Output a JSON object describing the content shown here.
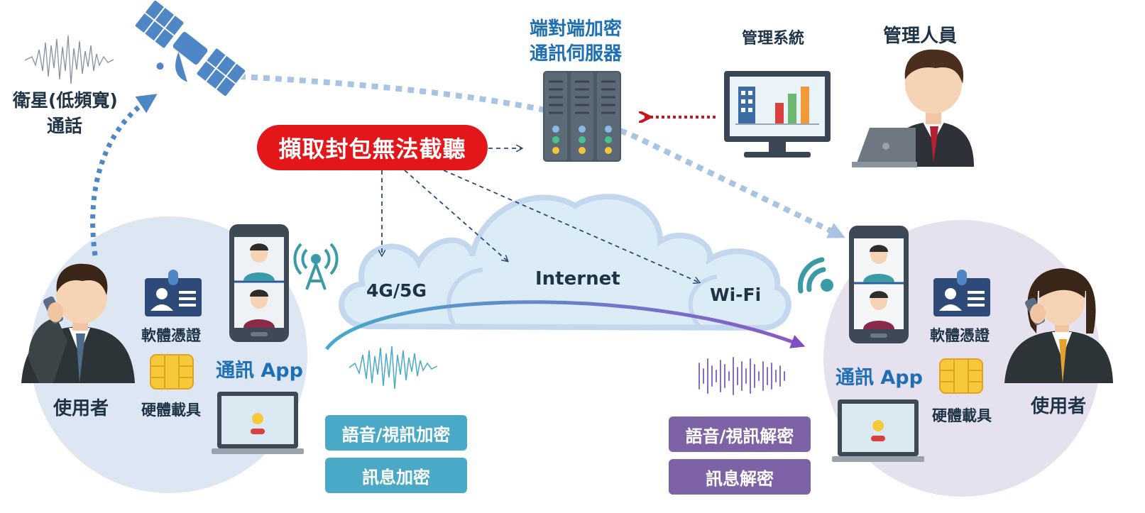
{
  "colors": {
    "accent_blue": "#1f6fb5",
    "label_dark": "#1f3347",
    "encrypt": "#4aa9c7",
    "decrypt": "#7d62a5",
    "alert": "#e3171a",
    "cloud_fill": "#dcecf6",
    "cloud_stroke": "#c3d8ee",
    "left_circle": "#dde7f3",
    "right_circle": "#e6e1ee",
    "satellite": "#4f86c6"
  },
  "icons": {
    "satellite": "satellite-icon",
    "server": "server-rack-icon",
    "monitor": "chart-monitor-icon",
    "admin": "admin-person-icon",
    "user": "user-on-phone-icon",
    "phone": "video-call-phone-icon",
    "laptop": "laptop-icon",
    "id_card": "id-card-icon",
    "sim": "sim-chip-icon",
    "tower": "cell-tower-icon",
    "wifi": "wifi-icon",
    "waveform": "waveform-icon"
  },
  "satellite": {
    "label_line1": "衛星(低頻寬)",
    "label_line2": "通話"
  },
  "server": {
    "label_line1": "端對端加密",
    "label_line2": "通訊伺服器"
  },
  "management": {
    "system_label": "管理系統",
    "admin_label": "管理人員"
  },
  "alert": {
    "text": "擷取封包無法截聽"
  },
  "network": {
    "mobile": "4G/5G",
    "internet": "Internet",
    "wifi": "Wi-Fi"
  },
  "left_user": {
    "user_label": "使用者",
    "software_credential": "軟體憑證",
    "hardware_carrier": "硬體載具",
    "app_label": "通訊 App"
  },
  "right_user": {
    "user_label": "使用者",
    "software_credential": "軟體憑證",
    "hardware_carrier": "硬體載具",
    "app_label": "通訊 App"
  },
  "encryption": {
    "voice_video": "語音/視訊加密",
    "message": "訊息加密"
  },
  "decryption": {
    "voice_video": "語音/視訊解密",
    "message": "訊息解密"
  }
}
